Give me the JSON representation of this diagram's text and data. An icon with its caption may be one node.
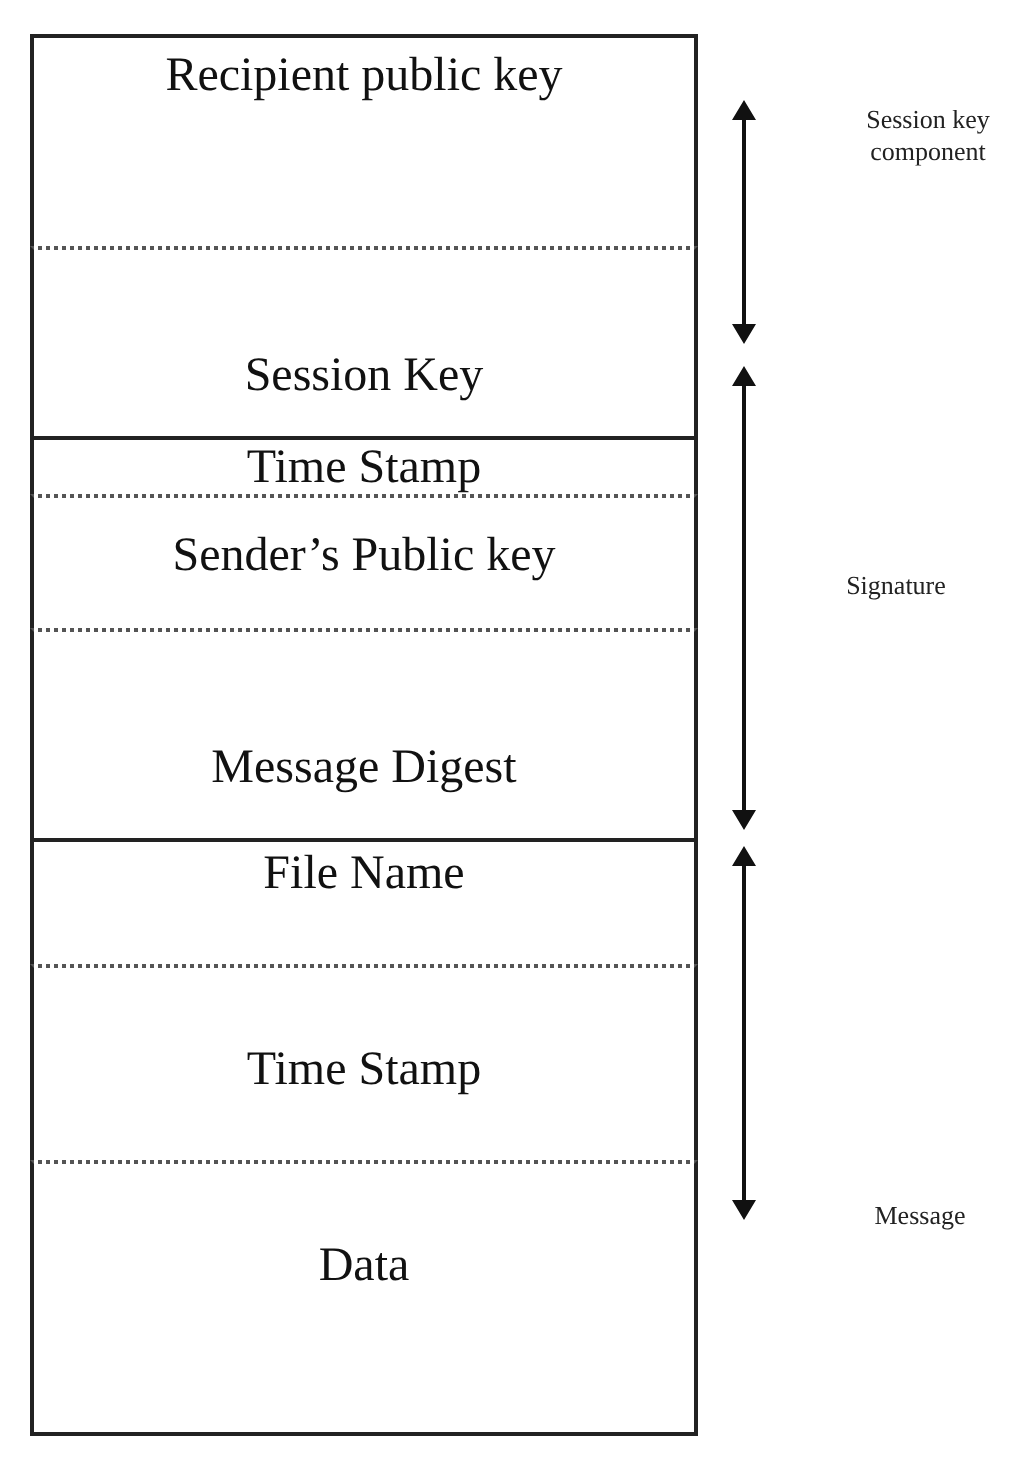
{
  "diagram": {
    "nodes": [
      {
        "text": [
          "Recipient public key"
        ]
      },
      {
        "text": [
          "Session Key"
        ]
      },
      {
        "text": [
          "Time Stamp"
        ]
      },
      {
        "text": [
          "Sender’s Public key"
        ]
      },
      {
        "text": [
          "Message Digest"
        ]
      },
      {
        "text": [
          "File Name"
        ]
      },
      {
        "text": [
          "Time Stamp"
        ]
      },
      {
        "text": [
          "Data"
        ]
      }
    ],
    "edges": [],
    "labels": [
      "Session key component",
      "Signature",
      "Message"
    ]
  }
}
